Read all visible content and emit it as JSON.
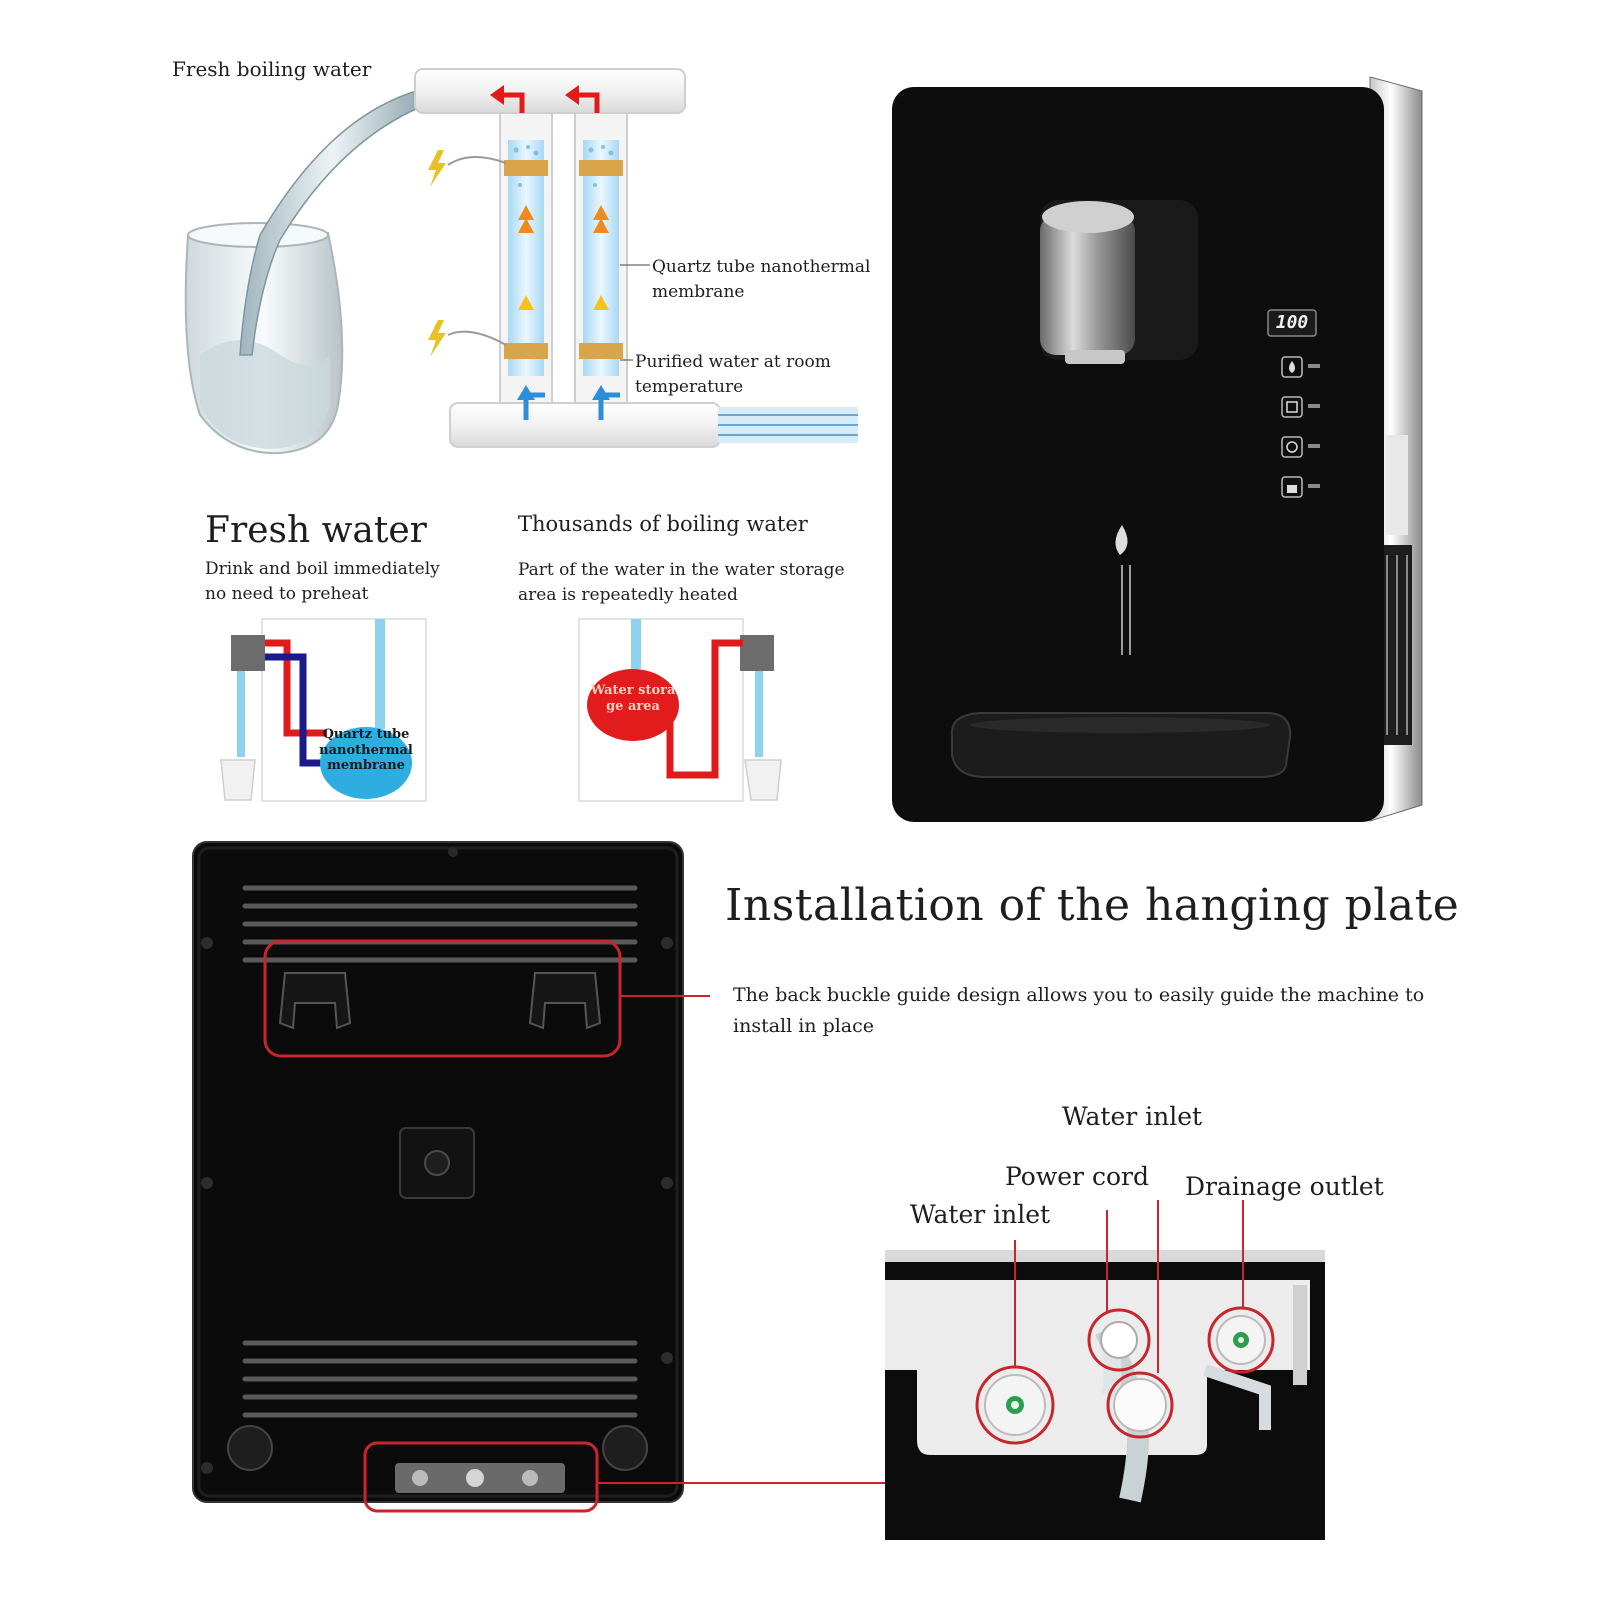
{
  "top_diagram": {
    "fresh_boiling_water": "Fresh boiling water",
    "quartz_line1": "Quartz tube nanothermal",
    "quartz_line2": "membrane",
    "purified_line1": "Purified water at room",
    "purified_line2": "temperature"
  },
  "fresh_water_panel": {
    "title": "Fresh water",
    "desc_line1": "Drink and boil immediately",
    "desc_line2": "no need to preheat",
    "bubble_line1": "Quartz tube",
    "bubble_line2": "nanothermal",
    "bubble_line3": "membrane",
    "bubble_color": "#2eaee0"
  },
  "boiling_panel": {
    "title": "Thousands of boiling water",
    "desc_line1": "Part of the water in the water storage",
    "desc_line2": "area is repeatedly heated",
    "bubble_line1": "Water stora",
    "bubble_line2": "ge area",
    "bubble_color": "#e21c1c"
  },
  "dispenser": {
    "display_reading": "100",
    "body_color": "#0d0d0d",
    "buttons": [
      "drop-icon",
      "cup-icon",
      "heat-icon",
      "lock-icon"
    ]
  },
  "installation": {
    "title": "Installation of the hanging plate",
    "desc_line1": "The back buckle guide design allows you to easily guide the machine to",
    "desc_line2": "install in place",
    "highlight_color": "#c8262c"
  },
  "ports": {
    "water_inlet_top": "Water inlet",
    "power_cord": "Power cord",
    "drainage_outlet": "Drainage outlet",
    "water_inlet_left": "Water inlet"
  },
  "colors": {
    "hot_pipe": "#e01b1b",
    "cold_pipe": "#2a8fd8",
    "dark_pipe": "#1a1a8a"
  }
}
